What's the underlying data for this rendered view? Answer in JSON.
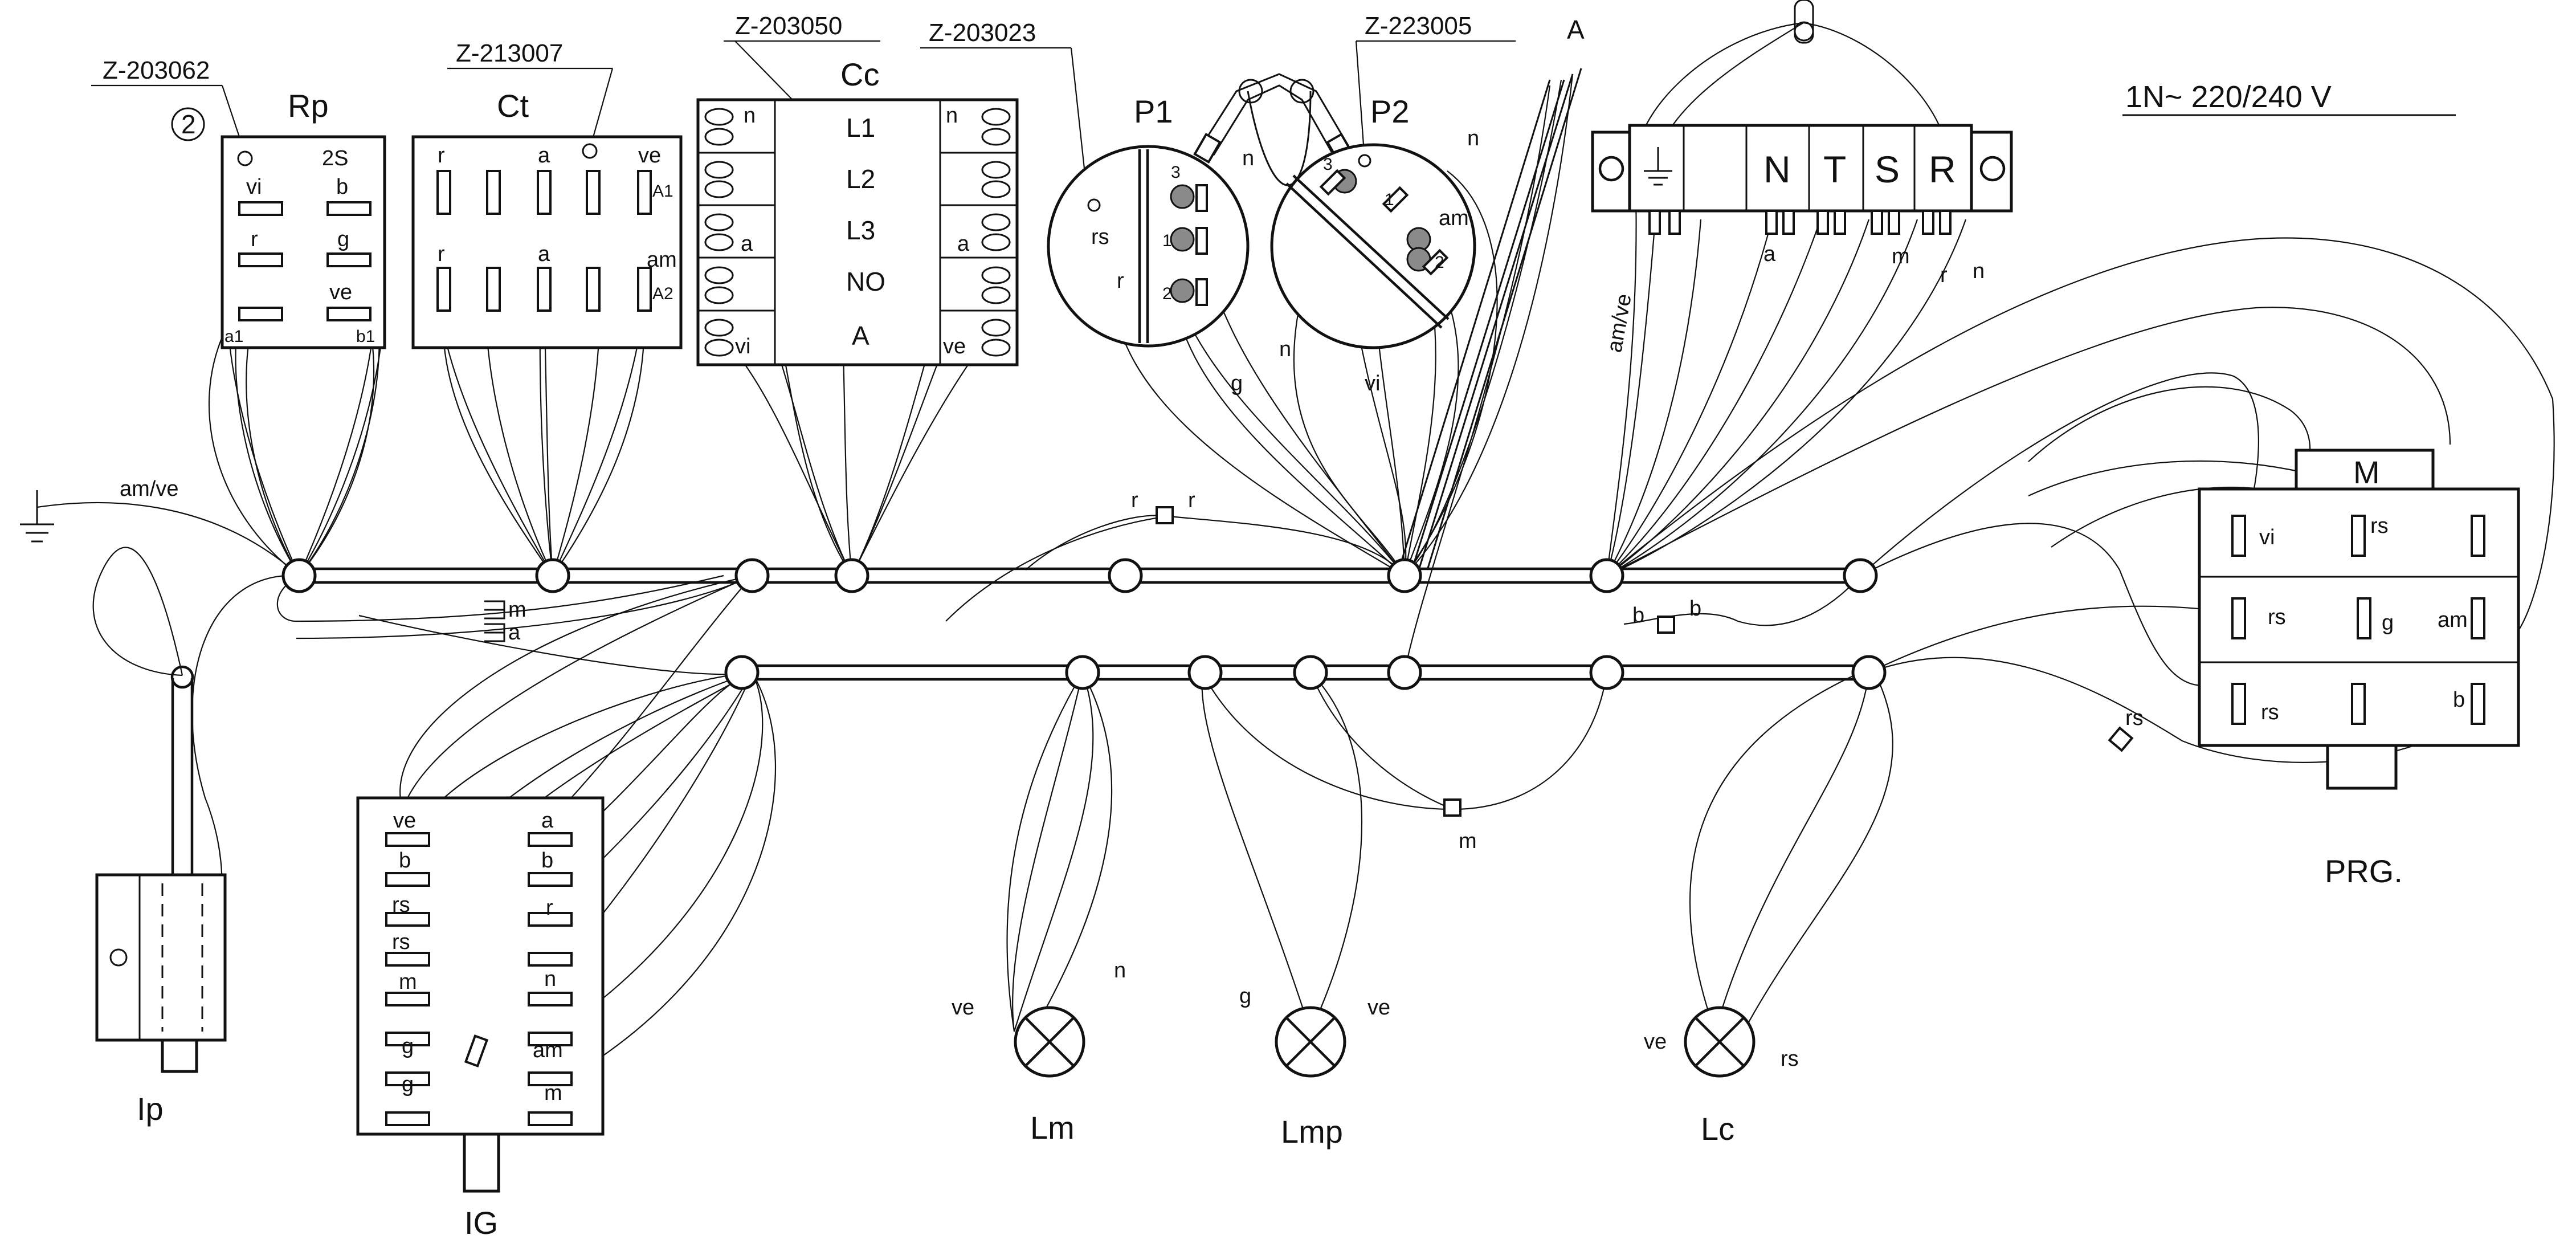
{
  "supply": {
    "label": "1N~ 220/240 V"
  },
  "refs": {
    "rp": "Z-203062",
    "ct": "Z-213007",
    "cc": "Z-203050",
    "p1": "Z-203023",
    "p2": "Z-223005"
  },
  "rp": {
    "title": "Rp",
    "circle_label": "2",
    "code": "2S",
    "terms": [
      "vi",
      "b",
      "r",
      "g",
      "ve",
      "a1",
      "b1"
    ]
  },
  "ct": {
    "title": "Ct",
    "terms": [
      "r",
      "a",
      "ve",
      "A1",
      "r",
      "a",
      "am",
      "A2"
    ]
  },
  "cc": {
    "title": "Cc",
    "labels": [
      "L1",
      "L2",
      "L3",
      "NO",
      "A"
    ],
    "left": [
      "n",
      "a",
      "vi"
    ],
    "right": [
      "n",
      "a",
      "ve"
    ]
  },
  "p1": {
    "title": "P1",
    "wires": [
      "rs",
      "r",
      "g",
      "n"
    ],
    "pins": [
      "3",
      "1",
      "2"
    ]
  },
  "p2": {
    "title": "P2",
    "wires": [
      "n",
      "am",
      "vi",
      "n"
    ],
    "pins": [
      "3",
      "1",
      "2"
    ]
  },
  "antenna": {
    "label": "A"
  },
  "terminal": {
    "blocks": [
      "N",
      "T",
      "S",
      "R"
    ],
    "wires": [
      "am/ve",
      "a",
      "m",
      "r",
      "n"
    ]
  },
  "ground": {
    "label": "am/ve"
  },
  "harness": {
    "r_left": "r",
    "r_right": "r",
    "m": "m",
    "a": "a",
    "b_left": "b",
    "b_right": "b",
    "m_low": "m",
    "rs": "rs"
  },
  "motor": {
    "title": "M",
    "caption": "PRG.",
    "terms": [
      "vi",
      "rs",
      "rs",
      "g",
      "am",
      "rs",
      "b"
    ]
  },
  "ig": {
    "caption": "IG",
    "left": [
      "ve",
      "b",
      "rs",
      "rs",
      "m",
      "g",
      "g"
    ],
    "right": [
      "a",
      "b",
      "r",
      "n",
      "am",
      "m"
    ]
  },
  "ip": {
    "caption": "Ip"
  },
  "lamps": [
    {
      "caption": "Lm",
      "left": "ve",
      "right": "n"
    },
    {
      "caption": "Lmp",
      "left": "g",
      "right": "ve"
    },
    {
      "caption": "Lc",
      "left": "ve",
      "right": "rs"
    }
  ]
}
